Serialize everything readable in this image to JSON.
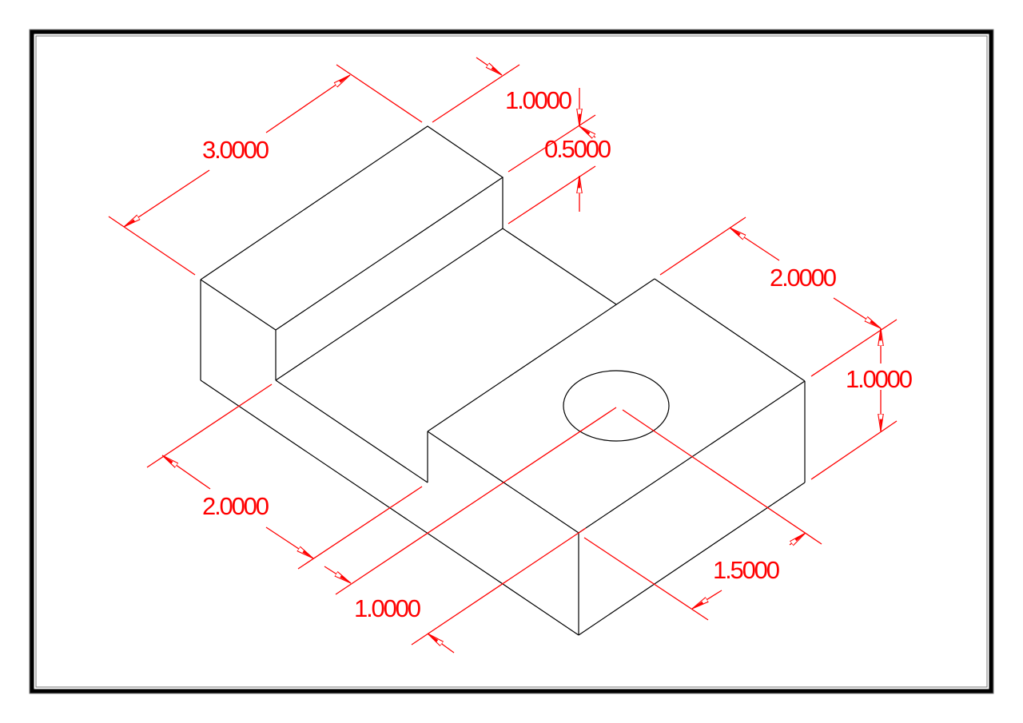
{
  "colors": {
    "geometry": "#000000",
    "dimensions": "#ff0000",
    "frame": "#000000"
  },
  "dimensions": {
    "left_length": "3.0000",
    "top_step_width": "1.0000",
    "step_height": "0.5000",
    "right_block_width": "2.0000",
    "right_block_height": "1.0000",
    "hole_offset_side": "1.5000",
    "left_depth": "2.0000",
    "hole_offset_front": "1.0000"
  }
}
